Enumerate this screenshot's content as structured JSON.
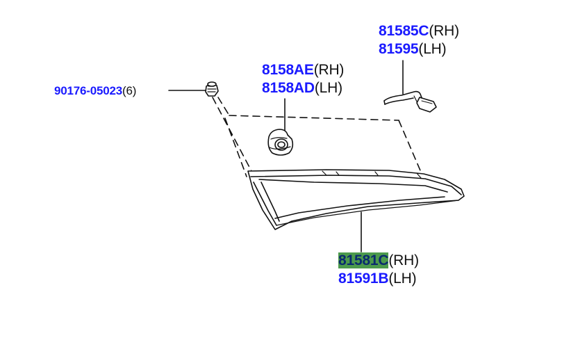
{
  "colors": {
    "part_link": "#1a1aff",
    "highlight_bg": "#4c9a4c",
    "highlight_text": "#0a2b6e",
    "line": "#111111"
  },
  "callouts": [
    {
      "part": "90176-05023",
      "suffix": "(6)",
      "highlighted": false
    },
    {
      "part": "8158AE",
      "suffix": "(RH)",
      "highlighted": false
    },
    {
      "part": "8158AD",
      "suffix": "(LH)",
      "highlighted": false
    },
    {
      "part": "81585C",
      "suffix": "(RH)",
      "highlighted": false
    },
    {
      "part": "81595",
      "suffix": "(LH)",
      "highlighted": false
    },
    {
      "part": "81581C",
      "suffix": "(RH)",
      "highlighted": true
    },
    {
      "part": "81591B",
      "suffix": "(LH)",
      "highlighted": false
    }
  ]
}
